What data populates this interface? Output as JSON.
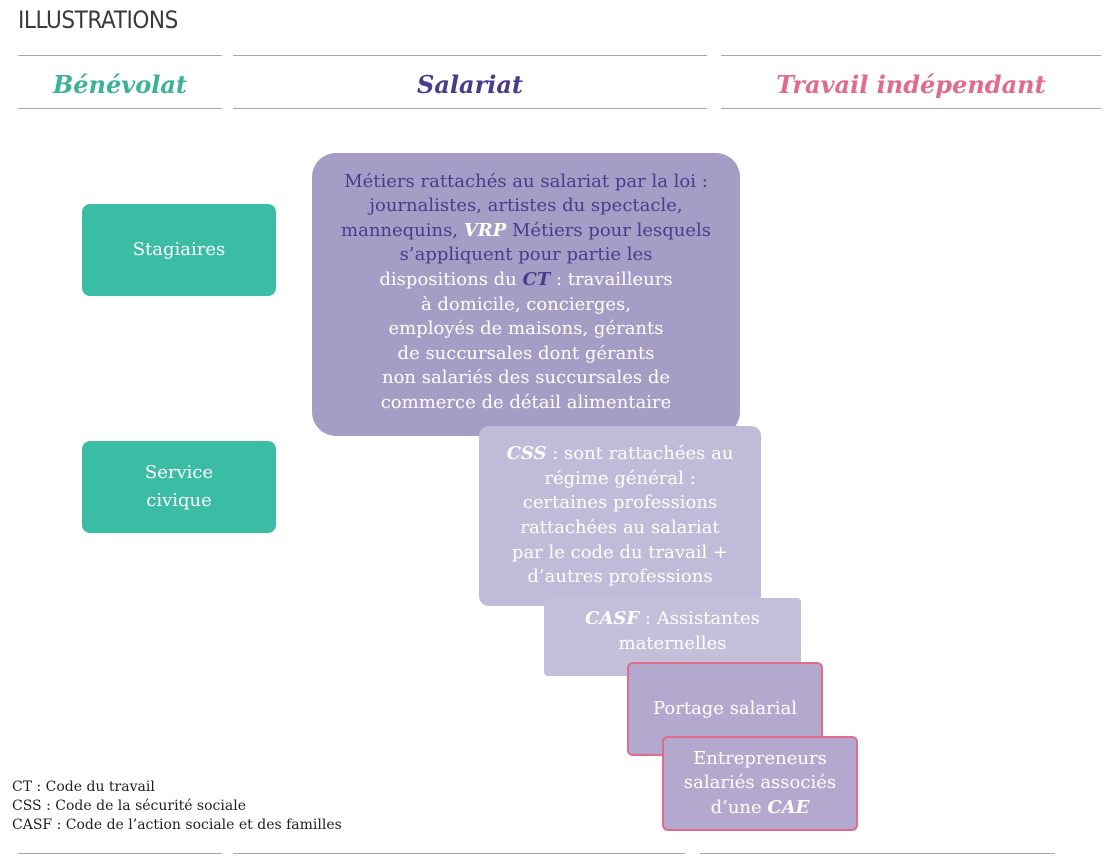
{
  "header": {
    "title": "ILLUSTRATIONS"
  },
  "columns": [
    {
      "label": "Bénévolat",
      "color": "#3bb39a"
    },
    {
      "label": "Salariat",
      "color": "#4b3b8c"
    },
    {
      "label": "Travail indépendant",
      "color": "#e26a8a"
    }
  ],
  "boxes": {
    "stagiaires": {
      "lines": [
        "Stagiaires"
      ]
    },
    "service_civique": {
      "lines": [
        "Service",
        "civique"
      ]
    },
    "metiers": {
      "l1": "Métiers  rattachés au salariat par la loi :",
      "l2": "journalistes, artistes du spectacle,",
      "l3a": "mannequins, ",
      "l3b": "VRP",
      "l3c": " Métiers pour lesquels",
      "l4": "s’appliquent pour partie les",
      "l5a": "dispositions du ",
      "l5b": "CT",
      "l5c": "  : travailleurs",
      "l6": "à domicile, concierges,",
      "l7": "employés de maisons, gérants",
      "l8": "de succursales dont gérants",
      "l9": "non salariés des succursales de",
      "l10": "commerce de détail alimentaire"
    },
    "css": {
      "l1a": "CSS",
      "l1b": " : sont rattachées au",
      "l2": "régime général :",
      "l3": "certaines professions",
      "l4": "rattachées au salariat",
      "l5": "par le code du travail +",
      "l6": "d’autres professions"
    },
    "casf": {
      "l1a": "CASF",
      "l1b": " : Assistantes",
      "l2": "maternelles"
    },
    "portage": {
      "l1": "Portage salarial"
    },
    "entrepreneurs": {
      "l1": "Entrepreneurs",
      "l2": "salariés associés",
      "l3a": "d’une ",
      "l3b": "CAE"
    }
  },
  "legend": [
    "CT : Code du travail",
    "CSS : Code de la sécurité sociale",
    "CASF : Code de l’action sociale et des familles"
  ],
  "colors": {
    "green": "#3bbca4",
    "purple_dark": "#a59dc5",
    "purple_light": "#c4bedb",
    "pink_border": "#e26a8a"
  }
}
